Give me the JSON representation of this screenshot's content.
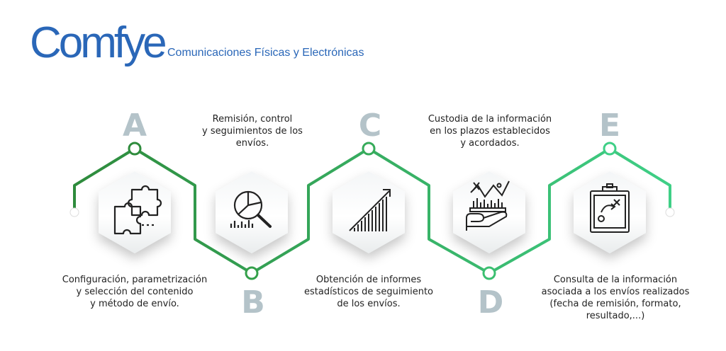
{
  "brand": {
    "name": "Comfye",
    "tagline": "Comunicaciones Físicas y Electrónicas"
  },
  "steps": [
    {
      "letter": "A",
      "icon": "puzzle-icon",
      "text_lines": [
        "Configuración, parametrización",
        "y selección del contenido",
        "y método de envío."
      ]
    },
    {
      "letter": "B",
      "icon": "pie-chart-magnifier-icon",
      "text_lines": [
        "Remisión, control",
        "y seguimientos de los",
        "envíos."
      ]
    },
    {
      "letter": "C",
      "icon": "bar-chart-growth-icon",
      "text_lines": [
        "Obtención de informes",
        "estadísticos de seguimiento",
        "de los envíos."
      ]
    },
    {
      "letter": "D",
      "icon": "hand-chart-icon",
      "text_lines": [
        "Custodia de la información",
        "en los plazos establecidos",
        "y acordados."
      ]
    },
    {
      "letter": "E",
      "icon": "clipboard-strategy-icon",
      "text_lines": [
        "Consulta de la información",
        "asociada a los envíos realizados",
        "(fecha de remisión, formato,",
        "resultado,...)"
      ]
    }
  ],
  "colors": {
    "brand_blue": "#2a67b8",
    "line_dark_green": "#2e8b3c",
    "line_light_green": "#3fcf86",
    "letter_gray": "#b4c3c9"
  }
}
